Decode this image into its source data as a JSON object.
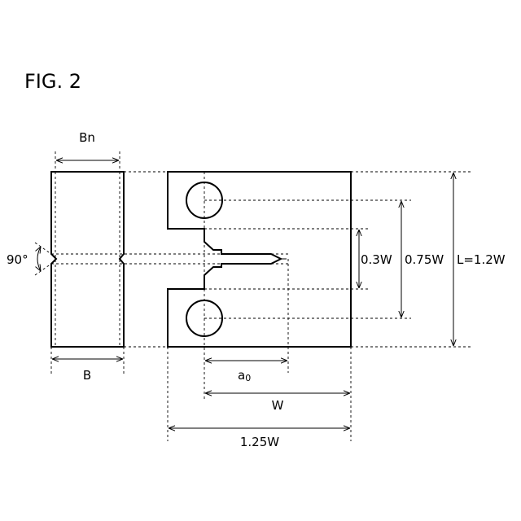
{
  "figure": {
    "title": "FIG. 2"
  },
  "labels": {
    "bn": "Bn",
    "b": "B",
    "angle": "90°",
    "a0": "a",
    "a0_sub": "0",
    "w": "W",
    "w125": "1.25W",
    "h03": "0.3W",
    "h075": "0.75W",
    "l": "L=1.2W"
  }
}
